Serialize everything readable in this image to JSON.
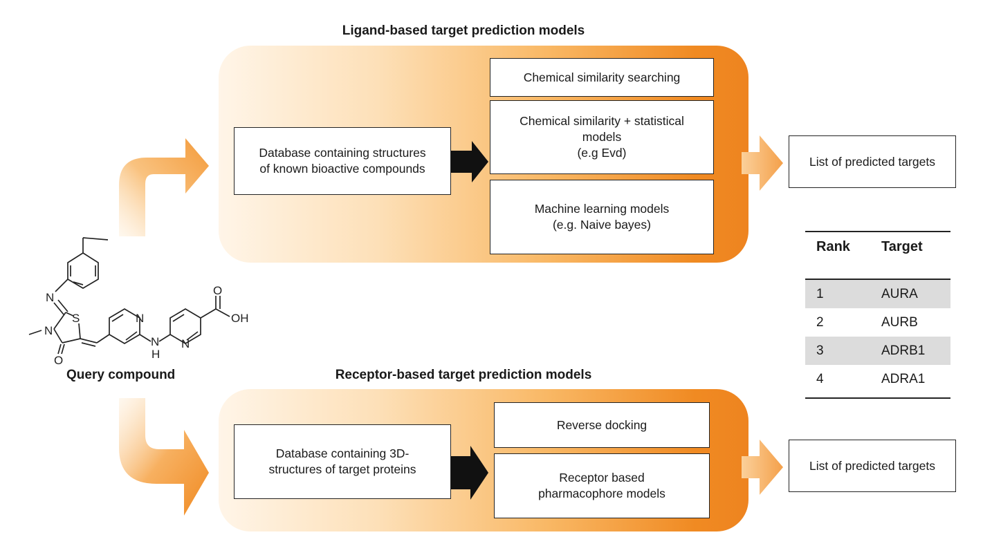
{
  "ligand": {
    "title": "Ligand-based target prediction models",
    "database": "Database containing structures\nof known bioactive compounds",
    "methods": [
      "Chemical similarity searching",
      "Chemical similarity + statistical\nmodels\n(e.g Evd)",
      "Machine learning models\n(e.g. Naive bayes)"
    ],
    "output": "List of predicted targets"
  },
  "receptor": {
    "title": "Receptor-based target prediction models",
    "database": "Database containing 3D-\nstructures of target proteins",
    "methods": [
      "Reverse docking",
      "Receptor based\npharmacophore models"
    ],
    "output": "List of predicted targets"
  },
  "query": {
    "label": "Query compound",
    "atoms": {
      "N_imine": "N",
      "S": "S",
      "N_ring": "N",
      "N_methyl_label": "—",
      "O_carbonyl": "O",
      "N_pyridine": "N",
      "NH_N": "N",
      "NH_H": "H",
      "N_pyridine2": "N",
      "O_acid": "O",
      "OH": "OH"
    }
  },
  "table": {
    "headers": [
      "Rank",
      "Target"
    ],
    "rows": [
      {
        "rank": "1",
        "target": "AURA",
        "shaded": true
      },
      {
        "rank": "2",
        "target": "AURB",
        "shaded": false
      },
      {
        "rank": "3",
        "target": "ADRB1",
        "shaded": true
      },
      {
        "rank": "4",
        "target": "ADRA1",
        "shaded": false
      }
    ]
  },
  "colors": {
    "panel_light": "#fff5e8",
    "panel_dark": "#ee8420",
    "arrow_orange": "#f5a24a",
    "arrow_black": "#111111"
  }
}
